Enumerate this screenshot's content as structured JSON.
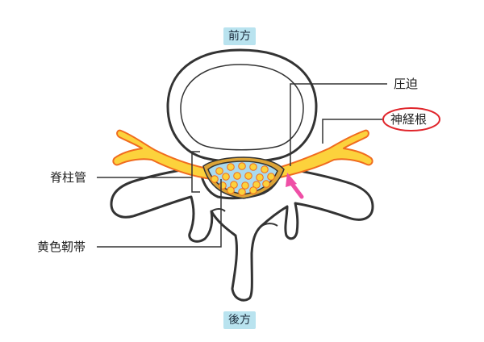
{
  "labels": {
    "anterior": "前方",
    "posterior": "後方",
    "compression": "圧迫",
    "nerve_root": "神経根",
    "spinal_canal": "脊柱管",
    "ligamentum_flavum": "黄色靭帯"
  },
  "colors": {
    "direction_label_bg": "#b9e3ef",
    "nerve_fill": "#fcd23c",
    "nerve_stroke": "#f06b1e",
    "ligament_fill": "#dca437",
    "canal_fill": "#a9daef",
    "cauda_dot_fill": "#fcd23c",
    "bone_stroke": "#333333",
    "arrow_color": "#ef4fa6",
    "highlight_ring": "#e0252b"
  }
}
